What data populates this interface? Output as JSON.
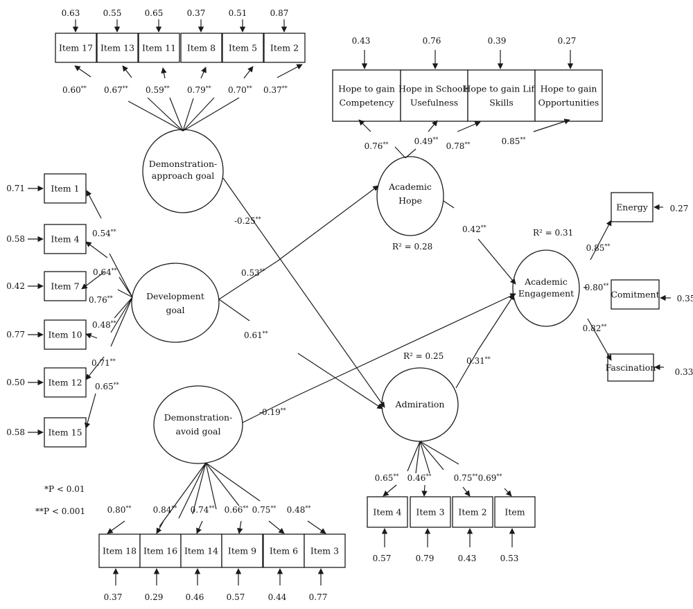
{
  "latents": {
    "demo_approach": [
      "Demonstration-",
      "approach goal"
    ],
    "development": [
      "Development",
      "goal"
    ],
    "demo_avoid": [
      "Demonstration-",
      "avoid goal"
    ],
    "hope": [
      "Academic",
      "Hope"
    ],
    "admiration": [
      "Admiration"
    ],
    "engagement": [
      "Academic",
      "Engagement"
    ]
  },
  "top_items": [
    {
      "label": "Item 17",
      "error": "0.63",
      "loading": "0.60",
      "stars": "**"
    },
    {
      "label": "Item 13",
      "error": "0.55",
      "loading": "0.67",
      "stars": "**"
    },
    {
      "label": "Item 11",
      "error": "0.65",
      "loading": "0.59",
      "stars": "**"
    },
    {
      "label": "Item 8",
      "error": "0.37",
      "loading": "0.79",
      "stars": "**"
    },
    {
      "label": "Item 5",
      "error": "0.51",
      "loading": "0.70",
      "stars": "**"
    },
    {
      "label": "Item 2",
      "error": "0.87",
      "loading": "0.37",
      "stars": "**"
    }
  ],
  "left_items": [
    {
      "label": "Item 1",
      "error": "0.71",
      "loading": "0.54",
      "stars": "**"
    },
    {
      "label": "Item 4",
      "error": "0.58",
      "loading": "0.64",
      "stars": "**"
    },
    {
      "label": "Item 7",
      "error": "0.42",
      "loading": "0.76",
      "stars": "**"
    },
    {
      "label": "Item 10",
      "error": "0.77",
      "loading": "0.48",
      "stars": "**"
    },
    {
      "label": "Item 12",
      "error": "0.50",
      "loading": "0.71",
      "stars": "**"
    },
    {
      "label": "Item 15",
      "error": "0.58",
      "loading": "0.65",
      "stars": "**"
    }
  ],
  "bottom_items": [
    {
      "label": "Item 18",
      "error": "0.37",
      "loading": "0.80",
      "stars": "**"
    },
    {
      "label": "Item 16",
      "error": "0.29",
      "loading": "0.84",
      "stars": "**"
    },
    {
      "label": "Item 14",
      "error": "0.46",
      "loading": "0.74",
      "stars": "**"
    },
    {
      "label": "Item 9",
      "error": "0.57",
      "loading": "0.66",
      "stars": "**"
    },
    {
      "label": "Item 6",
      "error": "0.44",
      "loading": "0.75",
      "stars": "**"
    },
    {
      "label": "Item 3",
      "error": "0.77",
      "loading": "0.48",
      "stars": "**"
    }
  ],
  "hope_items": [
    {
      "lines": [
        "Hope to gain",
        "Competency"
      ],
      "error": "0.43",
      "loading": "0.76",
      "stars": "**"
    },
    {
      "lines": [
        "Hope in Schools",
        "Usefulness"
      ],
      "error": "0.76",
      "loading": "0.49",
      "stars": "**"
    },
    {
      "lines": [
        "Hope to gain Life",
        "Skills"
      ],
      "error": "0.39",
      "loading": "0.78",
      "stars": "**"
    },
    {
      "lines": [
        "Hope to gain",
        "Opportunities"
      ],
      "error": "0.27",
      "loading": "0.85",
      "stars": "**"
    }
  ],
  "admiration_items": [
    {
      "label": "Item 4",
      "error": "0.57",
      "loading": "0.65",
      "stars": "**"
    },
    {
      "label": "Item 3",
      "error": "0.79",
      "loading": "0.46",
      "stars": "**"
    },
    {
      "label": "Item 2",
      "error": "0.43",
      "loading": "0.75",
      "stars": "**"
    },
    {
      "label": "Item",
      "error": "0.53",
      "loading": "0.69",
      "stars": "**"
    }
  ],
  "engagement_items": [
    {
      "label": "Energy",
      "error": "0.27",
      "loading": "0.85",
      "stars": "**"
    },
    {
      "label": "Comitment",
      "error": "0.35",
      "loading": "0.80",
      "stars": "**"
    },
    {
      "label": "Fascination",
      "error": "0.33",
      "loading": "0.82",
      "stars": "**"
    }
  ],
  "paths": {
    "approach_to_admiration": {
      "value": "-0.25",
      "stars": "**"
    },
    "development_to_hope": {
      "value": "0.53",
      "stars": "**"
    },
    "development_to_admiration": {
      "value": "0.61",
      "stars": "**"
    },
    "avoid_to_engagement": {
      "value": "-0.19",
      "stars": "**"
    },
    "hope_to_engagement": {
      "value": "0.42",
      "stars": "**"
    },
    "admiration_to_engagement": {
      "value": "0.31",
      "stars": "**"
    }
  },
  "r2": {
    "hope": "R² = 0.28",
    "admiration": "R² = 0.25",
    "engagement": "R² = 0.31"
  },
  "legend": {
    "p1": "*P < 0.01",
    "p2": "**P < 0.001"
  }
}
